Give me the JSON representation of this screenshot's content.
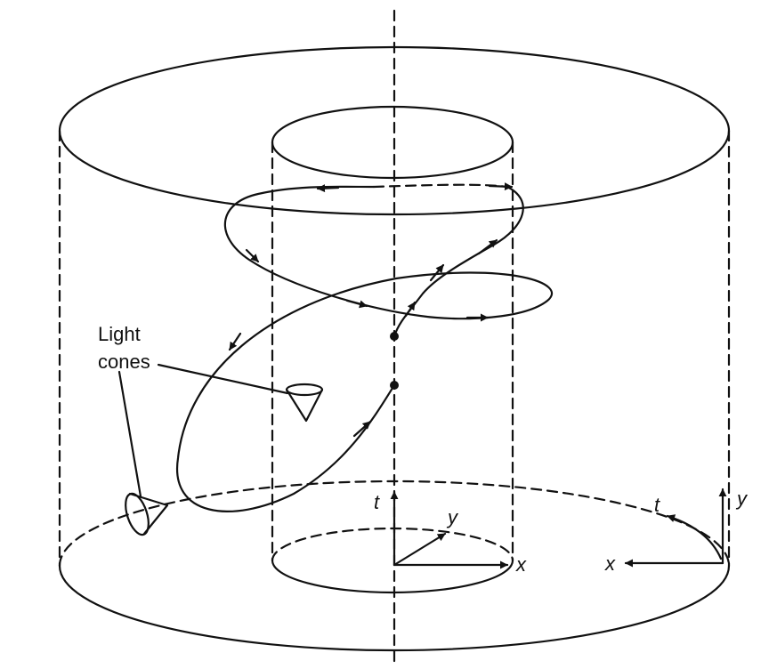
{
  "labels": {
    "light_line1": "Light",
    "light_line2": "cones",
    "center_t": "t",
    "center_y": "y",
    "center_x": "x",
    "right_t": "t",
    "right_y": "y",
    "right_x": "x"
  },
  "colors": {
    "ink": "#111111",
    "background": "#ffffff"
  }
}
